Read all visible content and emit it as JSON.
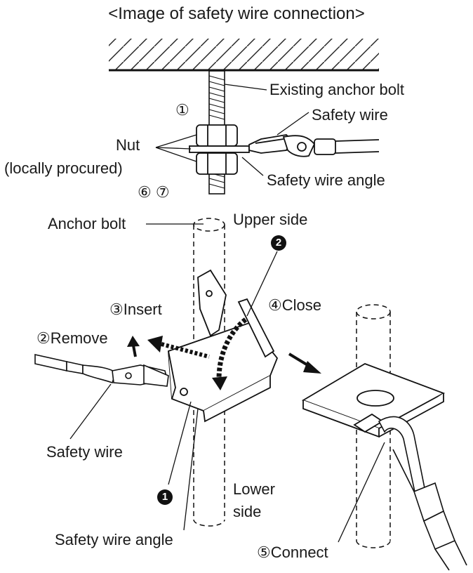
{
  "title": "<Image of safety wire connection>",
  "top_diagram": {
    "step1": "①",
    "existing_anchor_bolt": "Existing anchor bolt",
    "safety_wire": "Safety wire",
    "nut": "Nut",
    "nut_note": "(locally procured)",
    "steps_6_7": "⑥ ⑦",
    "safety_wire_angle": "Safety wire angle"
  },
  "bottom_diagram": {
    "anchor_bolt": "Anchor bolt",
    "upper_side": "Upper side",
    "marker_2": "2",
    "step3_insert": "③Insert",
    "step4_close": "④Close",
    "step2_remove": "②Remove",
    "safety_wire": "Safety wire",
    "marker_1": "1",
    "lower_side_1": "Lower",
    "lower_side_2": "side",
    "safety_wire_angle": "Safety wire angle",
    "step5_connect": "⑤Connect"
  }
}
